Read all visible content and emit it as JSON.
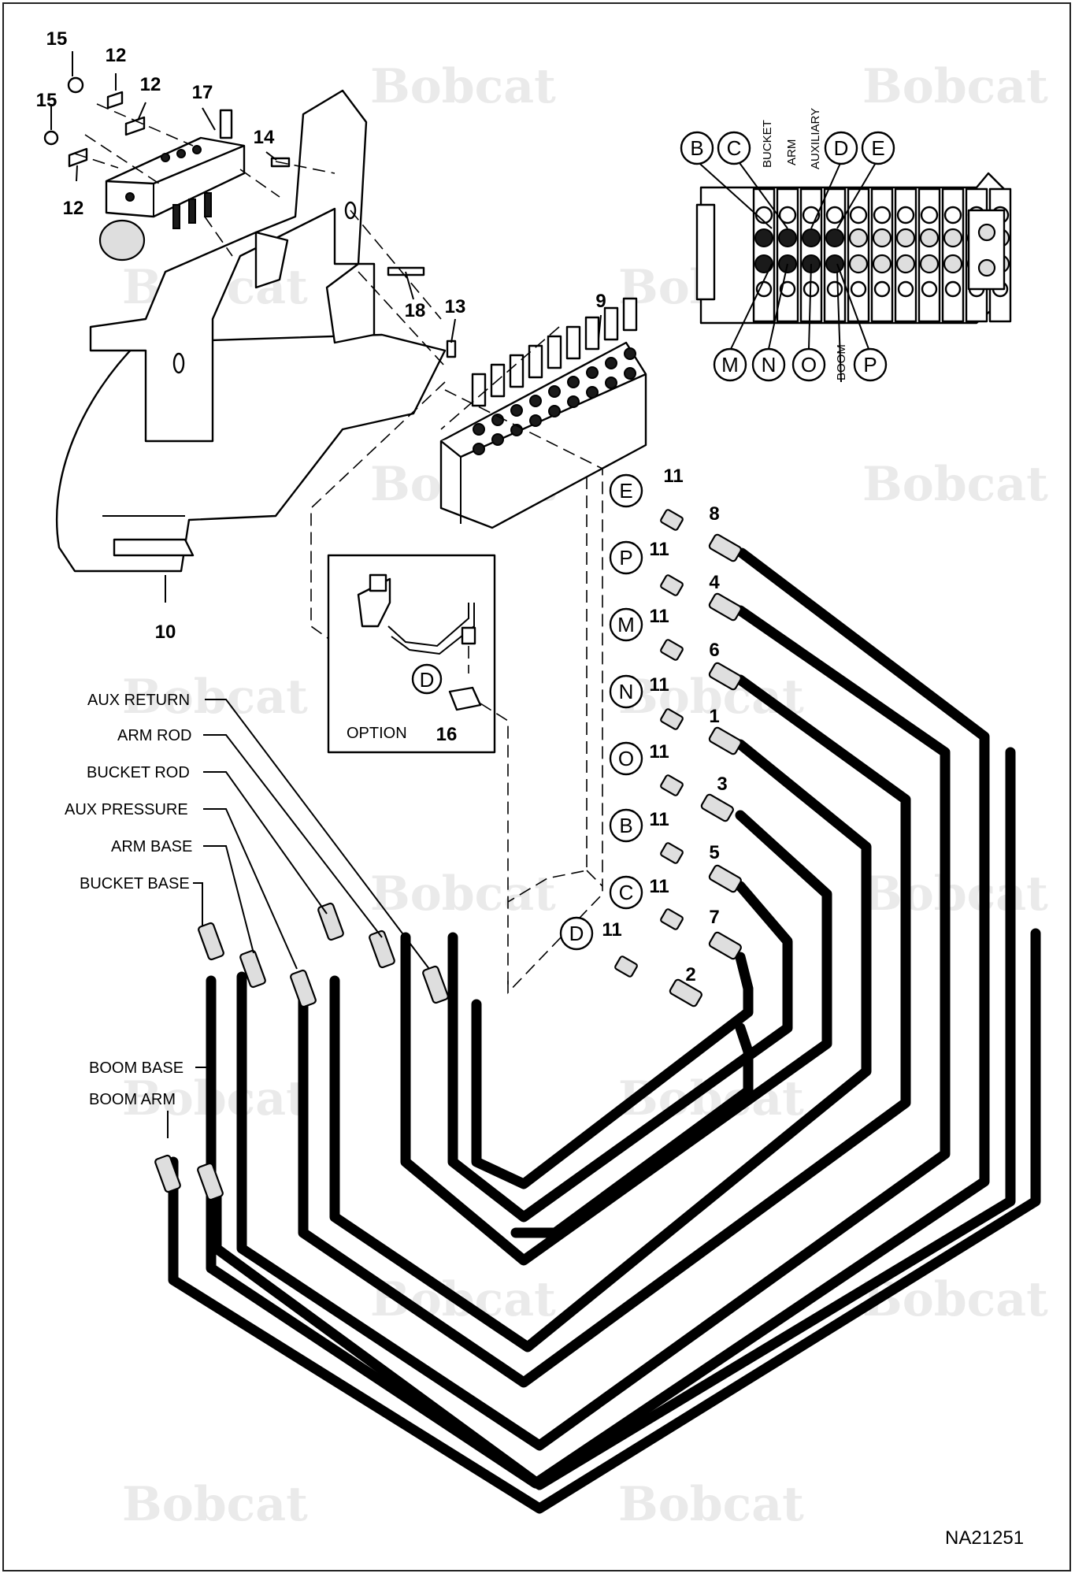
{
  "watermark": "Bobcat",
  "drawing_id": "NA21251",
  "part_numbers": {
    "p15a": "15",
    "p12a": "12",
    "p12b": "12",
    "p17": "17",
    "p15b": "15",
    "p14": "14",
    "p12c": "12",
    "p18": "18",
    "p13": "13",
    "p9": "9",
    "p10": "10",
    "p16": "16",
    "h8": "8",
    "h4": "4",
    "h6": "6",
    "h1": "1",
    "h3": "3",
    "h5": "5",
    "h7": "7",
    "h2": "2",
    "f_e": "11",
    "f_p": "11",
    "f_m": "11",
    "f_n": "11",
    "f_o": "11",
    "f_b": "11",
    "f_c": "11",
    "f_d": "11"
  },
  "port_letters": {
    "E": "E",
    "P": "P",
    "M": "M",
    "N": "N",
    "O": "O",
    "B": "B",
    "C": "C",
    "D": "D"
  },
  "valve_view": {
    "top_left": [
      "B",
      "C"
    ],
    "top_right": [
      "D",
      "E"
    ],
    "bottom": [
      "M",
      "N",
      "O",
      "P"
    ],
    "vertical_labels": [
      "BUCKET",
      "ARM",
      "AUXILIARY"
    ],
    "boom_label": "BOOM"
  },
  "option_box": {
    "title": "OPTION",
    "port": "D",
    "part": "16"
  },
  "hose_labels": {
    "aux_return": "AUX RETURN",
    "arm_rod": "ARM ROD",
    "bucket_rod": "BUCKET ROD",
    "aux_pressure": "AUX PRESSURE",
    "arm_base": "ARM BASE",
    "bucket_base": "BUCKET BASE",
    "boom_base": "BOOM BASE",
    "boom_arm": "BOOM ARM"
  }
}
